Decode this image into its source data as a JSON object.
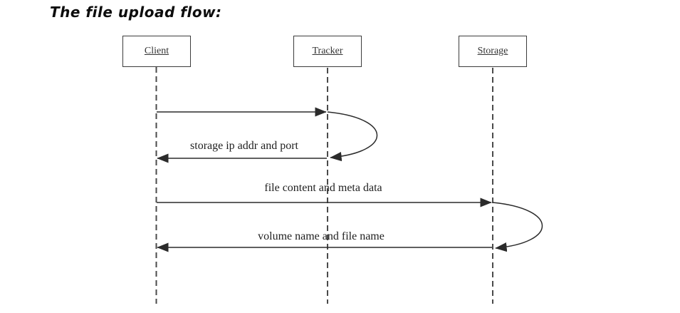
{
  "title": "The file upload flow:",
  "diagram": {
    "type": "sequence",
    "actors": [
      {
        "name": "Client"
      },
      {
        "name": "Tracker"
      },
      {
        "name": "Storage"
      }
    ],
    "messages": [
      {
        "from": "Client",
        "to": "Tracker",
        "label": ""
      },
      {
        "from": "Tracker",
        "to": "Client",
        "label": "storage ip addr and port"
      },
      {
        "from": "Client",
        "to": "Storage",
        "label": "file content and meta data"
      },
      {
        "from": "Storage",
        "to": "Client",
        "label": "volume name and file name"
      }
    ],
    "colors": {
      "arrow": "#2b2b2b",
      "lifeline": "#4a4a4a",
      "text": "#1f1f1f"
    }
  }
}
